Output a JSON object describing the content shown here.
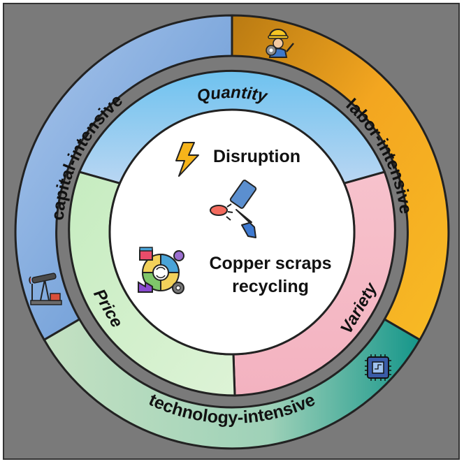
{
  "outer_ring": {
    "top_left": "capital-intensive",
    "top_right": "labor-intensive",
    "bottom": "technology-intensive"
  },
  "inner_ring": {
    "top": "Quantity",
    "right": "Variety",
    "left": "Price"
  },
  "center": {
    "disruption": "Disruption",
    "recycling_line1": "Copper scraps",
    "recycling_line2": "recycling"
  },
  "colors": {
    "capital": "#7aa6dc",
    "labor": "#f0a81c",
    "technology": "#6fb7a7",
    "quantity": "#8fc9ef",
    "variety": "#f6bcc6",
    "price": "#cfeec8",
    "frame_bg": "#7a7a7a"
  },
  "icons": {
    "disruption": "lightning-bolt-icon",
    "collision": "arrow-impact-icon",
    "recycling": "industry-recycling-icon",
    "labor": "worker-icon",
    "capital": "oil-pumpjack-icon",
    "technology": "microchip-icon"
  }
}
